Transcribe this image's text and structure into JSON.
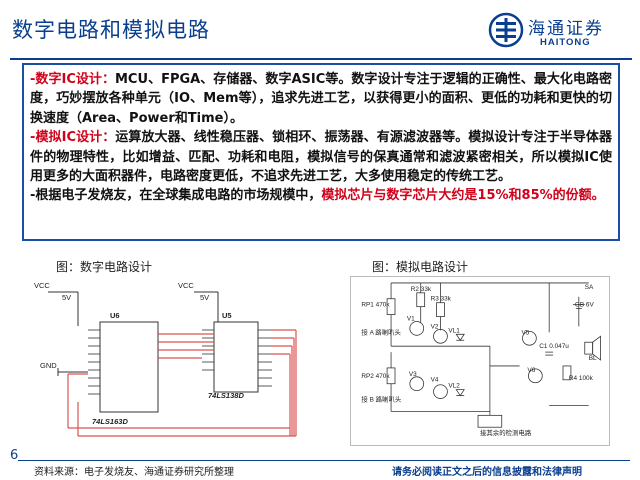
{
  "header": {
    "title": "数字电路和模拟电路",
    "logo_cn": "海通证券",
    "logo_en": "HAITONG"
  },
  "body": {
    "digital_label": "-数字IC设计：",
    "digital_text": "MCU、FPGA、存储器、数字ASIC等。数字设计专注于逻辑的正确性、最大化电路密度，巧妙摆放各种单元（IO、Mem等），追求先进工艺，以获得更小的面积、更低的功耗和更快的切换速度（Area、Power和Time）。",
    "analog_label": "-模拟IC设计：",
    "analog_text": "运算放大器、线性稳压器、锁相环、振荡器、有源滤波器等。模拟设计专注于半导体器件的物理特性，比如增益、匹配、功耗和电阻，模拟信号的保真通常和滤波紧密相关，所以模拟IC使用更多的大面积器件，电路密度更低，不追求先进工艺，大多使用稳定的传统工艺。",
    "market_lead": "-根据电子发烧友，在全球集成电路的市场规模中，",
    "market_highlight": "模拟芯片与数字芯片大约是15%和85%的份额。"
  },
  "figures": {
    "left_caption": "图：数字电路设计",
    "right_caption": "图：模拟电路设计",
    "left_labels": {
      "vcc_left": "VCC",
      "v5_left": "5V",
      "vcc_right": "VCC",
      "v5_right": "5V",
      "gnd": "GND",
      "u6": "U6",
      "u5": "U5",
      "chip1": "74LS163D",
      "chip2": "74LS138D"
    },
    "right_labels": {
      "r2": "R2 33k",
      "r3": "R3 33k",
      "rp1": "RP1 470k",
      "rp2": "RP2 470k",
      "v1": "V1",
      "v2": "V2",
      "v3": "V3",
      "v4": "V4",
      "vl1": "VL1",
      "vl2": "VL2",
      "input_a": "接 A 路喇叭头",
      "input_b": "接 B 路喇叭头",
      "v5": "V5",
      "v6": "V6",
      "c1": "C1 0.047u",
      "r4": "R4 100k",
      "bl": "BL",
      "gb": "GB 6V",
      "sa": "SA",
      "note": "接其余的检测电路"
    }
  },
  "footer": {
    "page_number": "6",
    "source": "资料来源：电子发烧友、海通证券研究所整理",
    "disclaimer": "请务必阅读正文之后的信息披露和法律声明"
  },
  "colors": {
    "brand_blue": "#0a3f8f",
    "box_border": "#1a4fa8",
    "highlight_red": "#d0021b",
    "wire_red": "#d9534f"
  }
}
